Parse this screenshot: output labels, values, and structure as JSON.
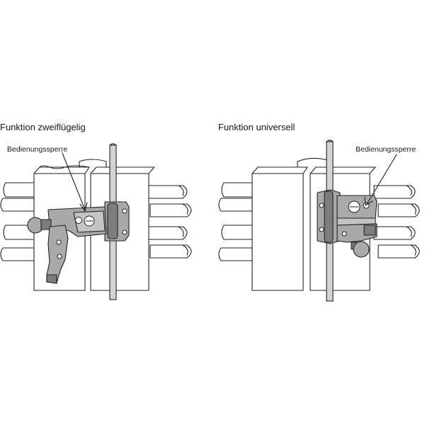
{
  "figures": [
    {
      "title": "Funktion zweiflügelig",
      "callout": "Bedienungssperre"
    },
    {
      "title": "Funktion universell",
      "callout": "Bedienungssperre"
    }
  ],
  "colors": {
    "metal": "#a9a9a9",
    "outline": "#222222",
    "background": "#ffffff"
  }
}
